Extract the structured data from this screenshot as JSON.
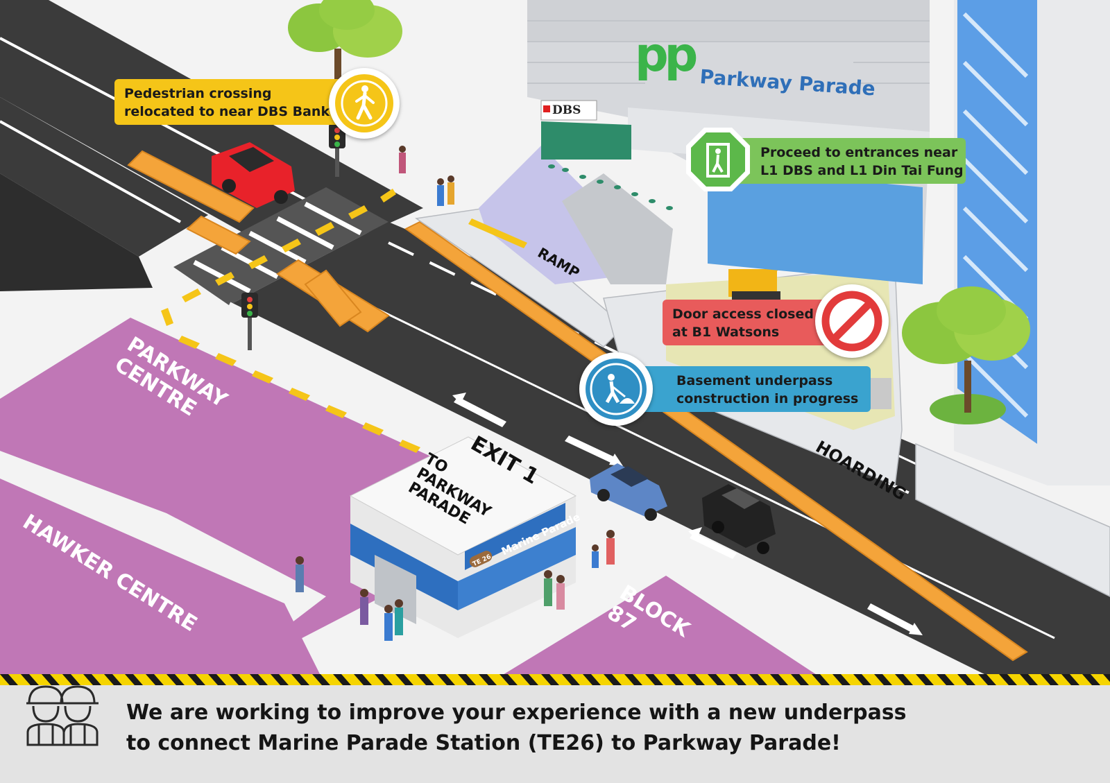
{
  "buildings": {
    "mall_logo_mark": "pp",
    "mall_name": "Parkway Parade",
    "bank_sign": "DBS",
    "station_sign_code": "TE 26",
    "station_sign_name": "Marine Parade"
  },
  "map_labels": {
    "parkway_centre": "PARKWAY CENTRE",
    "hawker_centre": "HAWKER CENTRE",
    "block_87": "BLOCK 87",
    "ramp": "RAMP",
    "hoarding": "HOARDING",
    "exit_title": "EXIT 1",
    "exit_subtitle": "TO PARKWAY PARADE"
  },
  "callouts": {
    "crossing": {
      "line1": "Pedestrian crossing",
      "line2": "relocated to near DBS Bank",
      "color": "#f5c518",
      "icon": "pedestrian-walking-icon"
    },
    "entrances": {
      "line1": "Proceed to entrances near",
      "line2": "L1 DBS and L1 Din Tai Fung",
      "color": "#7cc45a",
      "icon": "walk-through-door-icon"
    },
    "door_closed": {
      "line1": "Door access closed",
      "line2": "at B1 Watsons",
      "color": "#e85b5b",
      "icon": "no-entry-icon"
    },
    "underpass": {
      "line1": "Basement underpass",
      "line2": "construction in progress",
      "color": "#3aa3cf",
      "icon": "worker-digging-icon"
    }
  },
  "footer": {
    "line1": "We are working to improve your experience with a new underpass",
    "line2": "to connect Marine Parade Station (TE26) to Parkway Parade!",
    "icon": "construction-workers-icon"
  },
  "colors": {
    "road": "#3b3b3b",
    "pavement": "#f2f2f2",
    "plot": "#c077b6",
    "barrier": "#f4a43a",
    "route_arrow": "#f5c518",
    "building": "#d6d8dc",
    "glass": "#4a8fd6",
    "logo_green": "#3bb44a",
    "logo_blue": "#2f6fb8"
  }
}
